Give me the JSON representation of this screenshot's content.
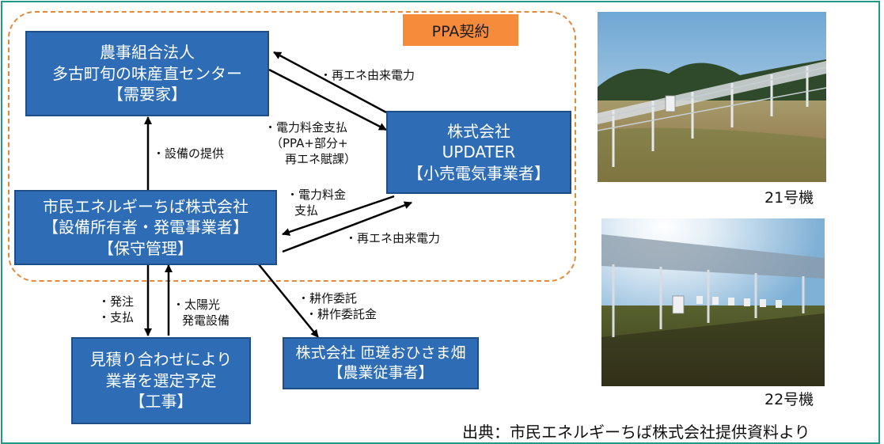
{
  "ppa_label": "PPA契約",
  "nodes": {
    "consumer": [
      "農事組合法人",
      "多古町旬の味産直センター",
      "【需要家】"
    ],
    "retailer": [
      "株式会社",
      "UPDATER",
      "【小売電気事業者】"
    ],
    "citizen": [
      "市民エネルギーちば株式会社",
      "【設備所有者・発電事業者】",
      "【保守管理】"
    ],
    "contractor": [
      "見積り合わせにより",
      "業者を選定予定",
      "【工事】"
    ],
    "farmer": [
      "株式会社 匝瑳おひさま畑",
      "【農業従事者】"
    ]
  },
  "labels": {
    "renew_to_consumer": "・再エネ由来電力",
    "fee_payment": [
      "・電力料金支払",
      "（PPA+部分+",
      "再エネ賦課）"
    ],
    "equipment": "・設備の提供",
    "fee_to_retailer": [
      "・電力料金",
      "支払"
    ],
    "renew_to_citizen": "・再エネ由来電力",
    "order": [
      "・発注",
      "・支払"
    ],
    "solar": [
      "・太陽光",
      "発電設備"
    ],
    "farming": [
      "・耕作委託",
      "・耕作委託金"
    ]
  },
  "photos": {
    "unit21": "21号機",
    "unit22": "22号機"
  },
  "source": "出典：市民エネルギーちば株式会社提供資料より",
  "colors": {
    "box_fill": "#2e6db5",
    "ppa_label": "#f58b3b",
    "ppa_border": "#e08a3a",
    "frame": "#1f9a86"
  }
}
